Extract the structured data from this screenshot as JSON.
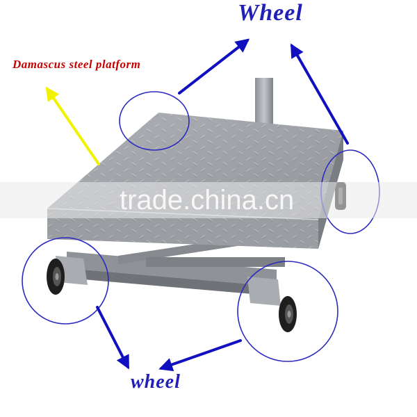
{
  "labels": {
    "top_wheel": "Wheel",
    "bottom_wheel": "wheel",
    "platform": "Damascus steel platform"
  },
  "watermark": {
    "text": "trade.china.cn"
  },
  "colors": {
    "label_blue": "#2020b8",
    "label_red": "#c80000",
    "arrow_blue": "#1010c0",
    "arrow_yellow": "#f2f200",
    "steel": "#9a9da3"
  },
  "subject": {
    "object": "platform scale with wheels",
    "callout_count": 4
  }
}
